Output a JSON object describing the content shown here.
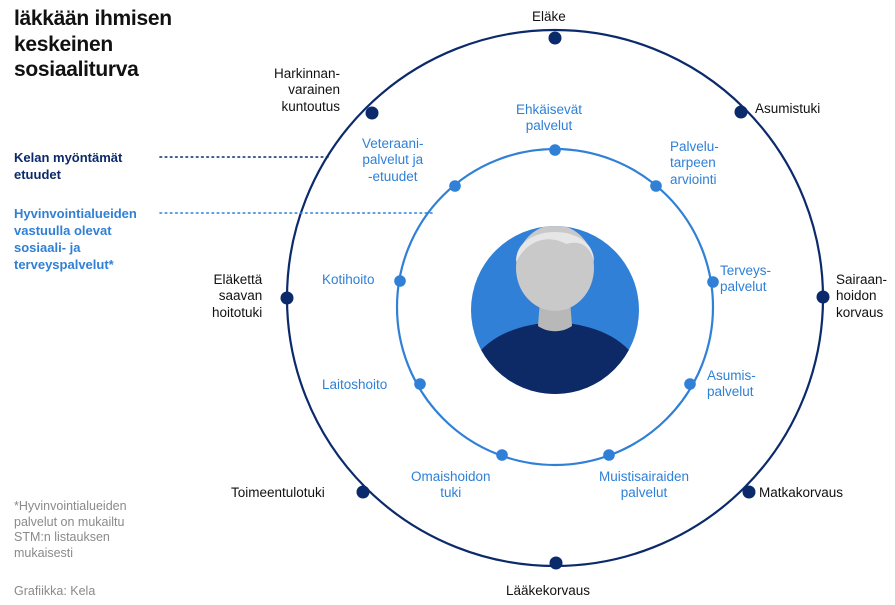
{
  "title": [
    "läkkään ihmisen",
    "keskeinen",
    "sosiaaliturva"
  ],
  "legend": {
    "kela": [
      "Kelan myöntämät",
      "etuudet"
    ],
    "wellbeing": [
      "Hyvinvointialueiden",
      "vastuulla olevat",
      "sosiaali- ja",
      "terveyspalvelut*"
    ]
  },
  "footnote": [
    "*Hyvinvointialueiden",
    "palvelut on mukailtu",
    "STM:n listauksen",
    "mukaisesti"
  ],
  "credit": "Grafiikka: Kela",
  "outer_benefits": [
    {
      "lines": [
        "Eläke"
      ]
    },
    {
      "lines": [
        "Asumistuki"
      ]
    },
    {
      "lines": [
        "Sairaan-",
        "hoidon",
        "korvaus"
      ]
    },
    {
      "lines": [
        "Matkakorvaus"
      ]
    },
    {
      "lines": [
        "Lääkekorvaus"
      ]
    },
    {
      "lines": [
        "Toimeentulotuki"
      ]
    },
    {
      "lines": [
        "Eläkettä",
        "saavan",
        "hoitotuki"
      ]
    },
    {
      "lines": [
        "Harkinnan-",
        "varainen",
        "kuntoutus"
      ]
    }
  ],
  "inner_services": [
    {
      "lines": [
        "Ehkäisevät",
        "palvelut"
      ]
    },
    {
      "lines": [
        "Palvelu-",
        "tarpeen",
        "arviointi"
      ]
    },
    {
      "lines": [
        "Terveys-",
        "palvelut"
      ]
    },
    {
      "lines": [
        "Asumis-",
        "palvelut"
      ]
    },
    {
      "lines": [
        "Muistisairaiden",
        "palvelut"
      ]
    },
    {
      "lines": [
        "Omaishoidon",
        "tuki"
      ]
    },
    {
      "lines": [
        "Laitoshoito"
      ]
    },
    {
      "lines": [
        "Kotihoito"
      ]
    },
    {
      "lines": [
        "Veteraani-",
        "palvelut ja",
        "-etuudet"
      ]
    }
  ],
  "colors": {
    "outer_ring": "#0b2a6b",
    "inner_ring": "#2f80d6",
    "inner_dot": "#2f80d6",
    "center_fill": "#2f80d6",
    "person_body": "#0d2a66",
    "person_head": "#c9c9c9"
  }
}
